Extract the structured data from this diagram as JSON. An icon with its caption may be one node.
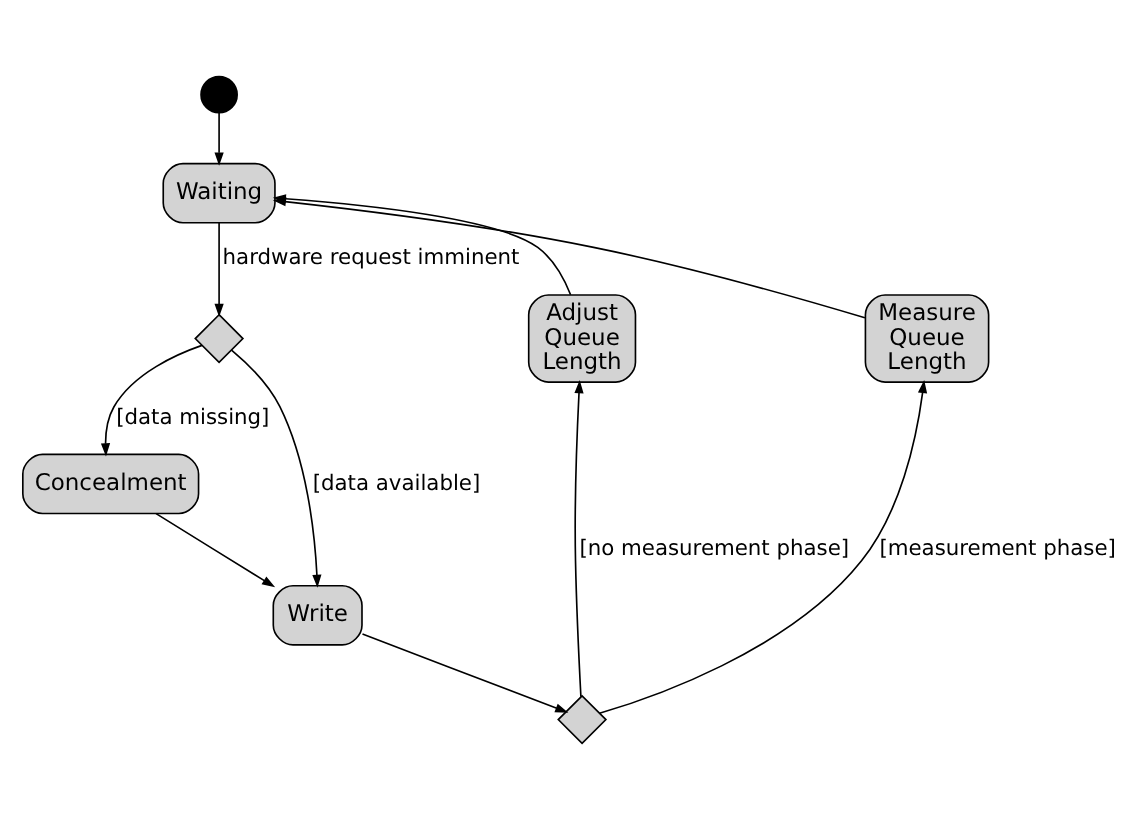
{
  "diagram": {
    "nodes": [
      {
        "text": [],
        "shape": "circle"
      },
      {
        "text": [
          "Waiting"
        ]
      },
      {
        "text": [
          "Adjust Queue Length"
        ]
      },
      {
        "text": [],
        "shape": "diamond"
      },
      {
        "text": [
          "Concealment"
        ]
      },
      {
        "text": [
          "Write"
        ]
      },
      {
        "text": [
          "Measure Queue Length"
        ]
      },
      {
        "text": [],
        "shape": "diamond"
      }
    ],
    "edges": [
      {
        "from": 0,
        "to": 1,
        "arrow": "to"
      },
      {
        "from": 1,
        "to": 3,
        "arrow": "to",
        "label": "hardware request imminent"
      },
      {
        "from": 3,
        "to": 4,
        "arrow": "to",
        "label": "[data missing]"
      },
      {
        "from": 3,
        "to": 5,
        "arrow": "to",
        "label": "[data available]"
      },
      {
        "from": 4,
        "to": 5,
        "arrow": "to"
      },
      {
        "from": 5,
        "to": 7,
        "arrow": "to"
      },
      {
        "from": 7,
        "to": 2,
        "arrow": "to",
        "label": "[no measurement phase]"
      },
      {
        "from": 7,
        "to": 6,
        "arrow": "to",
        "label": "[measurement phase]"
      },
      {
        "from": 2,
        "to": 1,
        "arrow": "to"
      },
      {
        "from": 6,
        "to": 1,
        "arrow": "to"
      }
    ]
  }
}
